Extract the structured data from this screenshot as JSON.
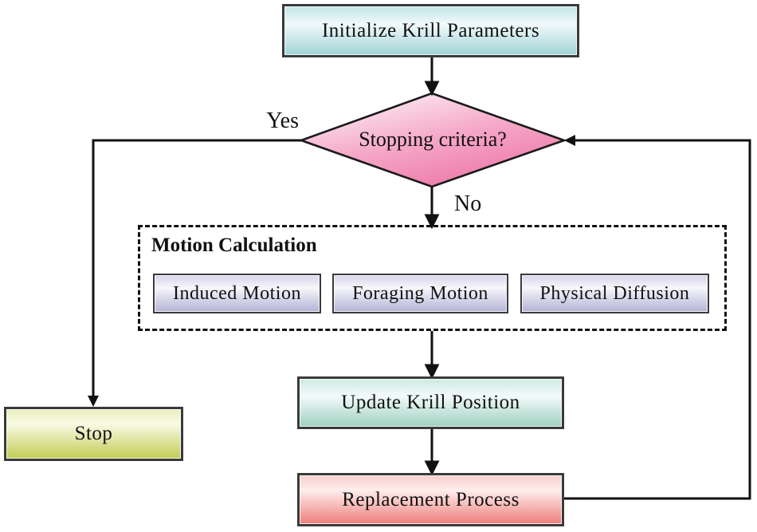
{
  "flowchart": {
    "nodes": {
      "initialize": {
        "label": "Initialize Krill Parameters"
      },
      "decision": {
        "label": "Stopping criteria?"
      },
      "update": {
        "label": "Update Krill Position"
      },
      "replacement": {
        "label": "Replacement Process"
      },
      "stop": {
        "label": "Stop"
      }
    },
    "branches": {
      "yes": "Yes",
      "no": "No"
    },
    "motion_group": {
      "title": "Motion Calculation",
      "items": [
        {
          "label": "Induced Motion"
        },
        {
          "label": "Foraging Motion"
        },
        {
          "label": "Physical Diffusion"
        }
      ]
    }
  },
  "colors": {
    "teal_top": "#bfe3e6",
    "teal_bottom": "#9ed3d7",
    "mint_top": "#cde9e1",
    "mint_bottom": "#9ed0c0",
    "sheen_light": "#f2fafa",
    "red_top": "#f7cdc9",
    "red_light": "#fdeeec",
    "red_bottom": "#ee7d7a",
    "olive_top": "#eaefbe",
    "olive_light": "#f8fae3",
    "olive_bottom": "#c2cc55",
    "purple_top": "#d6d5ea",
    "purple_light": "#f6f6fb",
    "purple_bottom": "#b3b2d5",
    "diamond_light": "#fdf3f8",
    "diamond_mid": "#f5a9c8",
    "diamond_deep": "#ec74a6",
    "line": "#111111",
    "text": "#111111"
  }
}
